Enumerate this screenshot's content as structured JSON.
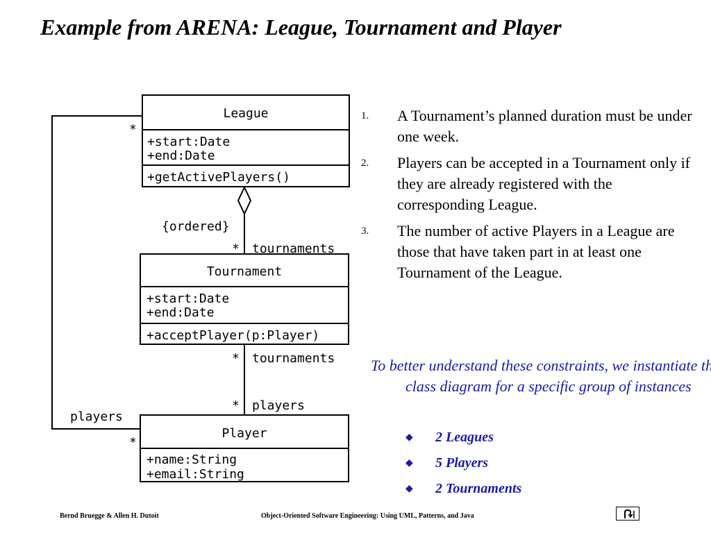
{
  "title": "Example from ARENA:  League, Tournament and Player",
  "diagram": {
    "league": {
      "name": "League",
      "attrs": [
        "+start:Date",
        "+end:Date"
      ],
      "ops": [
        "+getActivePlayers()"
      ]
    },
    "tournament": {
      "name": "Tournament",
      "attrs": [
        "+start:Date",
        "+end:Date"
      ],
      "ops": [
        "+acceptPlayer(p:Player)"
      ]
    },
    "player": {
      "name": "Player",
      "attrs": [
        "+name:String",
        "+email:String"
      ]
    },
    "labels": {
      "ordered": "{ordered}",
      "star": "*",
      "tournaments": "tournaments",
      "players": "players"
    }
  },
  "constraints": [
    {
      "num": "1.",
      "text": "A Tournament’s planned duration must be under one week."
    },
    {
      "num": "2.",
      "text": "Players can be accepted in a Tournament only if they are already registered with the corresponding League."
    },
    {
      "num": "3.",
      "text": "The number of active Players in a League are those that have taken part in at least one Tournament of the League."
    }
  ],
  "note": "To better understand these constraints, we instantiate the class diagram for a specific group of instances",
  "bullets": [
    "2 Leagues",
    "5 Players",
    "2 Tournaments"
  ],
  "bullet_glyph": "◆",
  "footer": {
    "authors": "Bernd Bruegge & Allen H. Dutoit",
    "book": "Object-Oriented Software Engineering: Using UML, Patterns, and Java"
  },
  "colors": {
    "accent": "#1a1aa6"
  }
}
